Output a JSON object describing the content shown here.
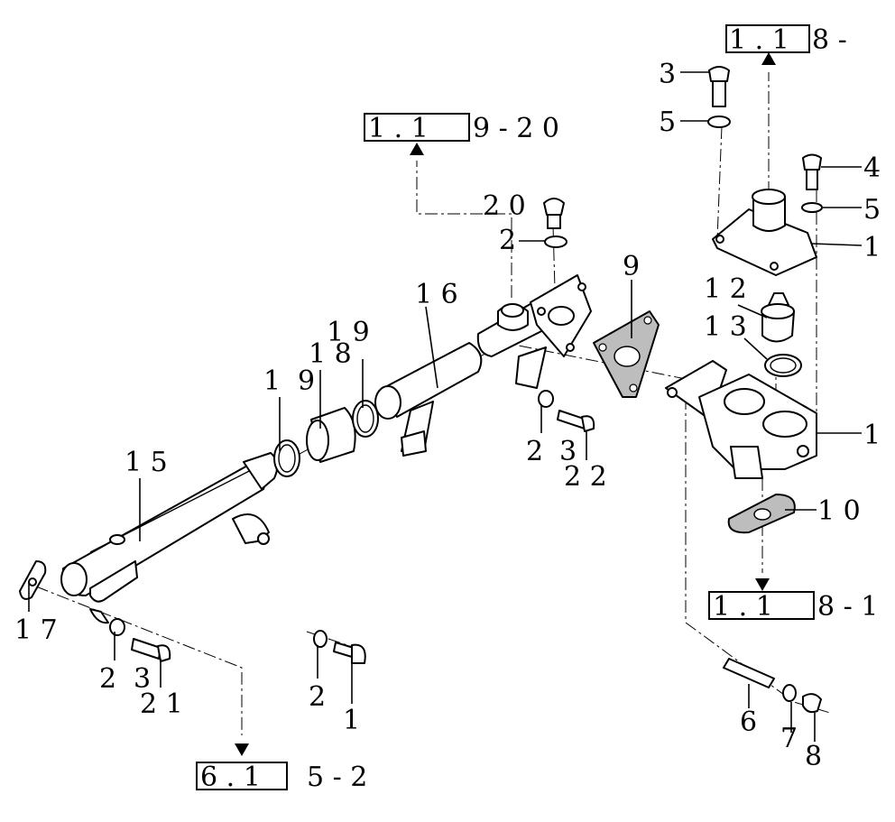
{
  "ref_boxes": [
    {
      "id": "top-right",
      "box_text": "1 . 1",
      "suffix": "8 -"
    },
    {
      "id": "top-center",
      "box_text": "1 . 1",
      "suffix": "9 - 2 0"
    },
    {
      "id": "right",
      "box_text": "1 . 1",
      "suffix": "8 - 1"
    },
    {
      "id": "bottom",
      "box_text": "6 . 1",
      "suffix": "5 - 2"
    }
  ],
  "callouts": {
    "c3_top": "3",
    "c5_top": "5",
    "c4": "4",
    "c5_right": "5",
    "c1_cover": "1",
    "c12": "1 2",
    "c13": "1 3",
    "c1_housing": "1",
    "c10": "1 0",
    "c9": "9",
    "c20": "2 0",
    "c2_top": "2",
    "c16": "1 6",
    "c19a": "1 9",
    "c18": "1 8",
    "c1_left": "1",
    "c9_left": "9",
    "c15": "1 5",
    "c2_mid": "2",
    "c3_mid": "3",
    "c22": "2 2",
    "c17": "1 7",
    "c2_bl": "2",
    "c3_bl": "3",
    "c21": "2 1",
    "c2_bc": "2",
    "c1_bc": "1",
    "c6": "6",
    "c7": "7",
    "c8": "8"
  }
}
